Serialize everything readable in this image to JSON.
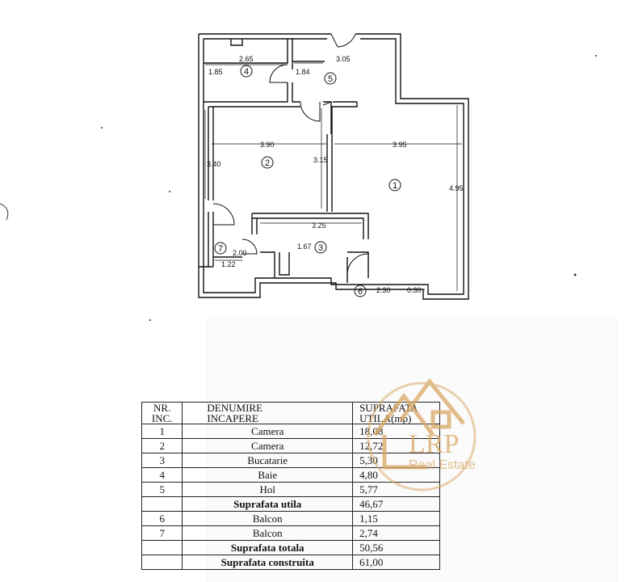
{
  "plan": {
    "dimensions": {
      "d265": "2.65",
      "d185": "1.85",
      "d184": "1.84",
      "d305": "3.05",
      "d390": "3.90",
      "d315": "3.15",
      "d340": "3.40",
      "d395": "3.95",
      "d495": "4.95",
      "d325": "3.25",
      "d167": "1.67",
      "d200": "2.00",
      "d122": "1.22",
      "d230": "2.30",
      "d030": "0.30"
    },
    "room_numbers": {
      "r1": "1",
      "r2": "2",
      "r3": "3",
      "r4": "4",
      "r5": "5",
      "r6": "6",
      "r7": "7"
    }
  },
  "table": {
    "header": {
      "col1_l1": "NR.",
      "col1_l2": "INC.",
      "col2_l1": "DENUMIRE",
      "col2_l2": "INCAPERE",
      "col3_l1": "SUPRAFATA",
      "col3_l2": "UTILA(mp)"
    },
    "rows": [
      {
        "nr": "1",
        "name": "Camera",
        "area": "18,08"
      },
      {
        "nr": "2",
        "name": "Camera",
        "area": "12,72"
      },
      {
        "nr": "3",
        "name": "Bucatarie",
        "area": "5,30"
      },
      {
        "nr": "4",
        "name": "Baie",
        "area": "4,80"
      },
      {
        "nr": "5",
        "name": "Hol",
        "area": "5,77"
      }
    ],
    "subtotal": {
      "label": "Suprafata utila",
      "area": "46,67"
    },
    "balcony_rows": [
      {
        "nr": "6",
        "name": "Balcon",
        "area": "1,15"
      },
      {
        "nr": "7",
        "name": "Balcon",
        "area": "2,74"
      }
    ],
    "total": {
      "label": "Suprafata totala",
      "area": "50,56"
    },
    "built": {
      "label": "Suprafata construita",
      "area": "61,00"
    }
  },
  "watermark": {
    "brand": "LRP",
    "subtitle": "Real Estate"
  },
  "colors": {
    "wall": "#111111",
    "watermark": "#d9a765"
  }
}
